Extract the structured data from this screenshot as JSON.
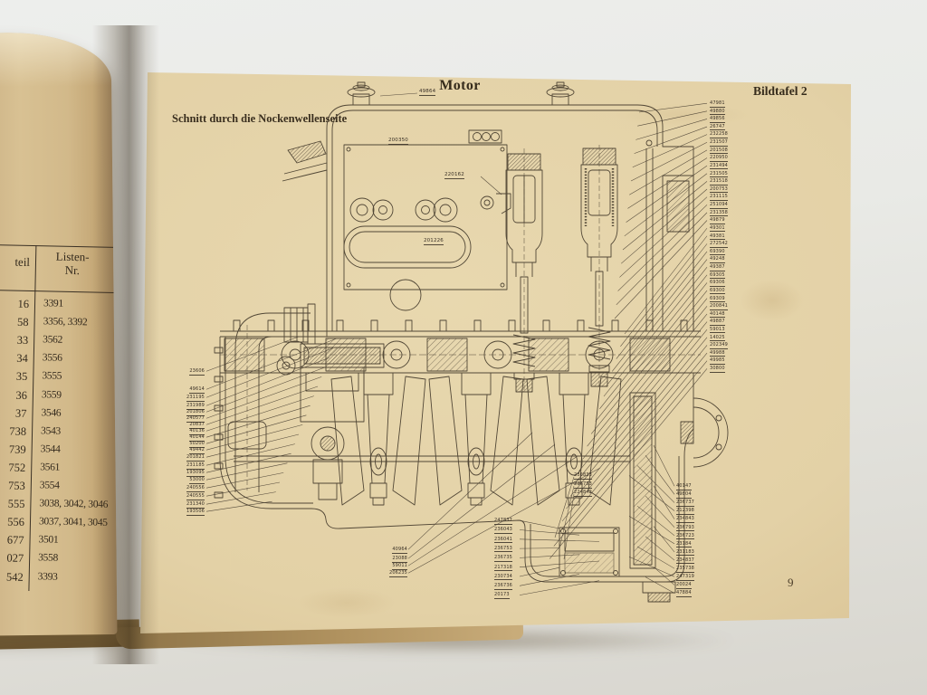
{
  "colors": {
    "background": "#e9eae6",
    "paper_left": "#d8c193",
    "paper_right": "#e3d1a6",
    "ink": "#3a3127",
    "line": "#453b2c"
  },
  "left_page": {
    "table": {
      "col1_header": "teil",
      "col2_header_line1": "Listen-",
      "col2_header_line2": "Nr.",
      "rows": [
        {
          "part": "16",
          "listen": "3391"
        },
        {
          "part": "58",
          "listen": "3356, 3392"
        },
        {
          "part": "33",
          "listen": "3562"
        },
        {
          "part": "34",
          "listen": "3556"
        },
        {
          "part": "35",
          "listen": "3555"
        },
        {
          "part": "36",
          "listen": "3559"
        },
        {
          "part": "37",
          "listen": "3546"
        },
        {
          "part": "738",
          "listen": "3543"
        },
        {
          "part": "739",
          "listen": "3544"
        },
        {
          "part": "752",
          "listen": "3561"
        },
        {
          "part": "753",
          "listen": "3554"
        },
        {
          "part": "555",
          "listen": "3038, 3042, 3046"
        },
        {
          "part": "556",
          "listen": "3037, 3041, 3045"
        },
        {
          "part": "677",
          "listen": "3501"
        },
        {
          "part": "027",
          "listen": "3558"
        },
        {
          "part": "542",
          "listen": "3393"
        }
      ]
    }
  },
  "right_page": {
    "title": "Motor",
    "plate": "Bildtafel 2",
    "subtitle": "Schnitt durch die Nockenwellenseite",
    "page_number": "9",
    "inline_labels": {
      "cap": "49864",
      "cover": "200350",
      "mid_upper": "220162",
      "mid_lower": "201226"
    },
    "labels_right": [
      "47981",
      "49880",
      "49856",
      "26747",
      "232258",
      "231507",
      "201508",
      "220950",
      "231494",
      "231505",
      "231518",
      "200753",
      "231115",
      "251094",
      "231358",
      "49879",
      "49301",
      "49381",
      "272542",
      "69390",
      "49248",
      "49387",
      "69305",
      "69306",
      "69300",
      "69309",
      "200841",
      "40148",
      "49887",
      "59013",
      "14025",
      "202349",
      "49988",
      "49985",
      "30800"
    ],
    "labels_right_lower": [
      "40147",
      "49804",
      "236737",
      "212398",
      "234843",
      "236793",
      "236723",
      "23184",
      "231183",
      "234837",
      "235738",
      "247319",
      "20024",
      "47884"
    ],
    "labels_left": [
      "23606",
      "49614",
      "231195",
      "231989",
      "201806",
      "240577",
      "20837",
      "40136",
      "40144",
      "50200",
      "49442",
      "201821",
      "231185",
      "193095",
      "53000",
      "240556",
      "240555",
      "231340",
      "193506"
    ],
    "labels_bottom_mid": [
      "247837",
      "236043",
      "236041",
      "236753",
      "236735",
      "217318",
      "230734",
      "236736",
      "20173"
    ],
    "labels_bottom_left": [
      "40964",
      "23088",
      "59011",
      "206235"
    ],
    "labels_center_trio": [
      "236833",
      "236753",
      "224842"
    ]
  }
}
